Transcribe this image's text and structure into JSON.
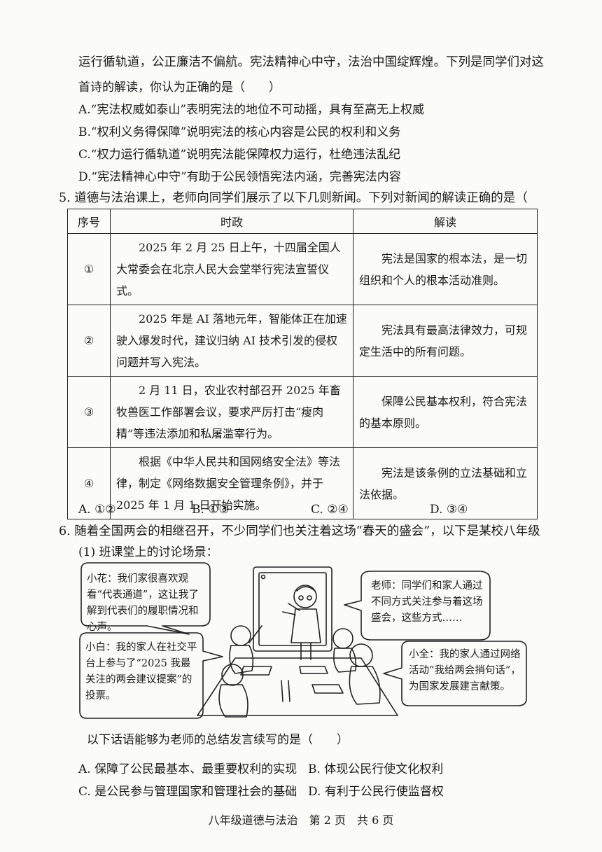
{
  "q4": {
    "stem_line1": "运行循轨道，公正廉洁不偏航。宪法精神心中守，法治中国绽辉煌。下列是同学们对这",
    "stem_line2": "首诗的解读，你认为正确的是（　　）",
    "options": [
      "A.“宪法权威如泰山”表明宪法的地位不可动摇，具有至高无上权威",
      "B.“权利义务得保障”说明宪法的核心内容是公民的权利和义务",
      "C.“权力运行循轨道”说明宪法能保障权力运行，杜绝违法乱纪",
      "D.“宪法精神心中守”有助于公民领悟宪法内涵，完善宪法内容"
    ]
  },
  "q5": {
    "stem": "5. 道德与法治课上，老师向同学们展示了以下几则新闻。下列对新闻的解读正确的是（",
    "table": {
      "headers": [
        "序号",
        "时政",
        "解读"
      ],
      "rows": [
        {
          "num": "①",
          "news": "2025 年 2 月 25 日上午，十四届全国人大常委会在北京人民大会堂举行宪法宣誓仪式。",
          "interp": "宪法是国家的根本法，是一切组织和个人的根本活动准则。"
        },
        {
          "num": "②",
          "news": "2025 年是 AI 落地元年，智能体正在加速驶入爆发时代，建议归纳 AI 技术引发的侵权问题并写入宪法。",
          "interp": "宪法具有最高法律效力，可规定生活中的所有问题。"
        },
        {
          "num": "③",
          "news": "2 月 11 日，农业农村部召开 2025 年畜牧兽医工作部署会议，要求严厉打击“瘦肉精”等违法添加和私屠滥宰行为。",
          "interp": "保障公民基本权利，符合宪法的基本原则。"
        },
        {
          "num": "④",
          "news": "根据《中华人民共和国网络安全法》等法律，制定《网络数据安全管理条例》，并于 2025 年 1 月 1 日开始实施。",
          "interp": "宪法是该条例的立法基础和立法依据。"
        }
      ]
    },
    "options": [
      "A. ①②",
      "B. ①③",
      "C. ②④",
      "D. ③④"
    ]
  },
  "q6": {
    "stem": "6. 随着全国两会的相继召开，不少同学们也关注着这场“春天的盛会”，以下是某校八年级",
    "sub1": "(1) 班课堂上的讨论场景：",
    "bubbles": {
      "xiaohua": "小花：我们家很喜欢观看“代表通道”，这让我了解到代表们的履职情况和心声。",
      "teacher": "老师：同学们和家人通过不同方式关注参与着这场盛会，这些方式……",
      "xiaobai": "小白：我的家人在社交平台上参与了“2025 我最关注的两会建议提案”的投票。",
      "xiaoquan": "小全：我的家人通过网络活动“我给两会捎句话”，为国家发展建言献策。"
    },
    "question": "以下话语能够为老师的总结发言续写的是（　　）",
    "options": [
      "A. 保障了公民最基本、最重要权利的实现",
      "B. 体现公民行使文化权利",
      "C. 是公民参与管理国家和管理社会的基础",
      "D. 有利于公民行使监督权"
    ]
  },
  "footer": "八年级道德与法治　第 2 页　共 6 页"
}
